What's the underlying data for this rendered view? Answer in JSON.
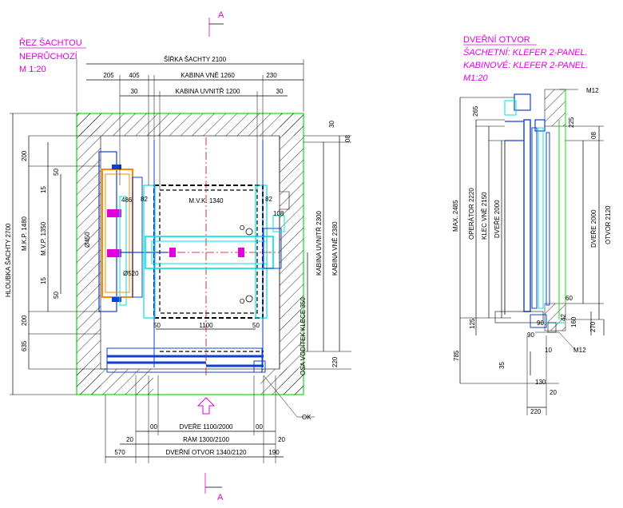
{
  "left_title": {
    "line1": "ŘEZ ŠACHTOU",
    "line2": "NEPRŮCHOZÍ",
    "line3": "M 1:20"
  },
  "right_title": {
    "line1": "DVEŘNÍ OTVOR",
    "line2": "ŠACHETNÍ: KLEFER 2-PANEL.",
    "line3": "KABINOVÉ: KLEFER 2-PANEL.",
    "line4": "M1:20"
  },
  "section_mark": "A",
  "plan_dims": {
    "sirka_sachty": "ŠÍŘKA ŠACHTY 2100",
    "kabina_vne_w": "KABINA VNĚ 1260",
    "kabina_uvnitr_w": "KABINA UVNITŘ 1200",
    "d205": "205",
    "d405": "405",
    "d230": "230",
    "d30a": "30",
    "d30b": "30",
    "d30c": "30",
    "d08": "08",
    "hloubka_sachty": "HLOUBKA ŠACHTY 2700",
    "mkp": "M.K.P. 1480",
    "mvp": "M.V.P. 1350",
    "d200a": "200",
    "d200b": "200",
    "d635": "635",
    "d15a": "15",
    "d15b": "15",
    "d50a": "50",
    "d50b": "50",
    "d486": "486",
    "d82a": "82",
    "d82b": "82",
    "mvk": "M.V.K. 1340",
    "d108": "108",
    "phi450": "Ø450",
    "phi520": "Ø520",
    "o_top": "O",
    "o_bot": "O",
    "d50c": "50",
    "d50d": "50",
    "d1100": "1100",
    "osa_voditek": "OSA VODÍTEK KLECE 350",
    "kabina_uvnitr_h": "KABINA UVNITŘ 2300",
    "kabina_vne_h": "KABINA VNĚ 2380",
    "d220": "220",
    "ok": "OK",
    "d00a": "00",
    "d00b": "00",
    "dvere": "DVEŘE 1100/2000",
    "d20a": "20",
    "d20b": "20",
    "ram": "RÁM 1300/2100",
    "d570": "570",
    "dverni_otvor": "DVEŘNÍ OTVOR 1340/2120",
    "d190": "190"
  },
  "section_dims": {
    "m12a": "M12",
    "m12b": "M12",
    "d265": "265",
    "d225": "225",
    "d08": "08",
    "max": "MAX. 2485",
    "operator": "OPERÁTOR 2220",
    "klec": "KLEC VNĚ 2150",
    "dvere_l": "DVEŘE 2000",
    "dvere_r": "DVEŘE 2000",
    "otvor": "OTVOR 2120",
    "d60": "60",
    "d42": "42",
    "d125": "125",
    "d90a": "90",
    "d160": "160",
    "d270": "270",
    "d90b": "90",
    "d10": "10",
    "d785": "785",
    "d35": "35",
    "d130": "130",
    "d20": "20",
    "d220": "220"
  },
  "colors": {
    "wall": "#10dd10",
    "dimension": "#000000",
    "title": "#e000e0",
    "rail": "#00e0e0",
    "frame": "#1040d0",
    "counterweight": "#ff8800",
    "axis": "#e00000"
  }
}
